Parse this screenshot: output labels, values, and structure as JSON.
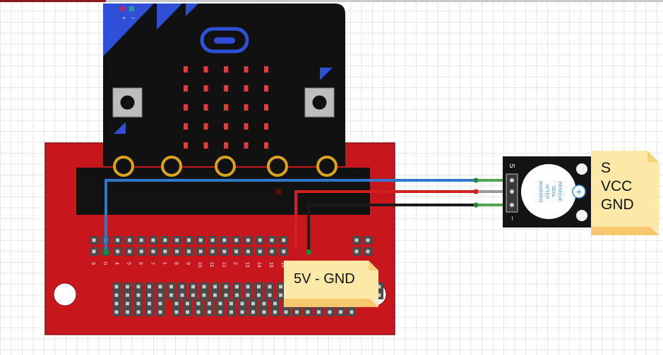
{
  "notes": {
    "pins": {
      "lines": [
        "S",
        "VCC",
        "GND"
      ]
    },
    "power": {
      "text": "5V - GND"
    }
  },
  "breakout": {
    "pin_labels": [
      "3",
      "0",
      "4",
      "5",
      "6",
      "7",
      "1",
      "8",
      "9",
      "10",
      "11",
      "12",
      "2",
      "13",
      "14",
      "15",
      "16"
    ]
  },
  "buzzer": {
    "pin_marks": [
      "S",
      "–"
    ],
    "sticker_lines": [
      "REMOVE",
      "SEAL",
      "AFTER",
      "WASHING"
    ],
    "plus_symbol": "+"
  },
  "microbit": {
    "logo_marks": [
      "+",
      "–"
    ]
  },
  "colors": {
    "board_red": "#c8161d",
    "microbit_black": "#111111",
    "wire_blue": "#2f77c9",
    "wire_red": "#d21f1f",
    "wire_black": "#1a1a1a",
    "wire_green": "#53a352",
    "note_yellow": "#fde9a7"
  }
}
